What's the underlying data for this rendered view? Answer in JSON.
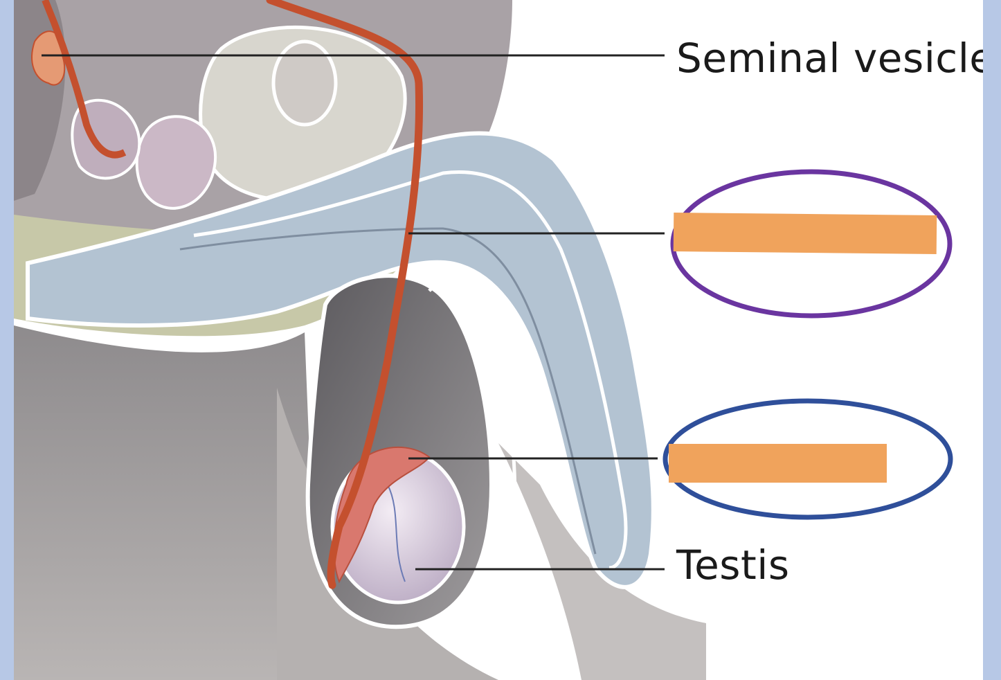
{
  "labels": {
    "seminal_vesicle": "Seminal vesicle",
    "testis": "Testis"
  },
  "hidden_labels": [
    {
      "id": "upper",
      "circle_color": "#6a35a0",
      "cover_color": "#f0a35c"
    },
    {
      "id": "lower",
      "circle_color": "#2f4f9a",
      "cover_color": "#f0a35c"
    }
  ],
  "colors": {
    "frame_border": "#b7c8e6",
    "duct": "#c4502e",
    "spongy_tissue": "#b3c3d2",
    "skin": "#9d9a9b",
    "bladder": "#d8d6ce",
    "testis": "#e2d6e8",
    "epididymis": "#d9786e"
  }
}
